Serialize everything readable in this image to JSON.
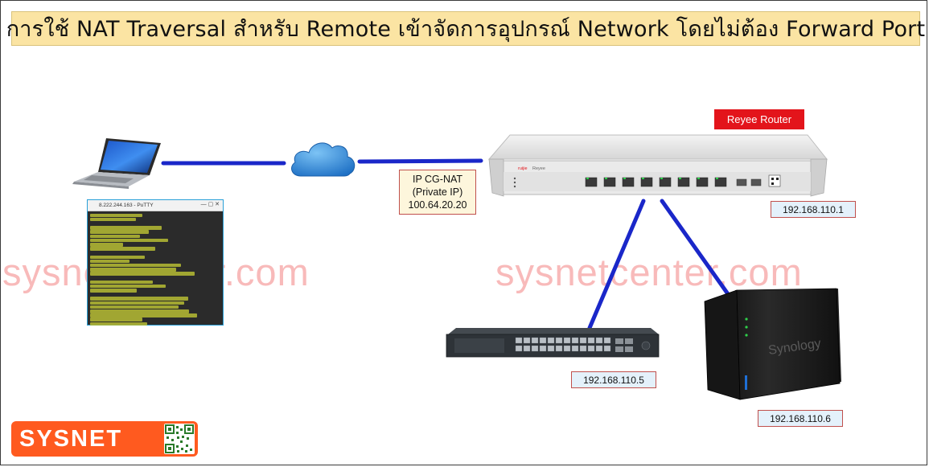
{
  "title": "การใช้ NAT Traversal สำหรับ Remote เข้าจัดการอุปกรณ์ Network โดยไม่ต้อง Forward Port",
  "watermark": "sysnetcenter.com",
  "router": {
    "label": "Reyee Router",
    "ip": "192.168.110.1"
  },
  "cgnat": {
    "line1": "IP CG-NAT",
    "line2": "(Private IP)",
    "line3": "100.64.20.20"
  },
  "switch": {
    "ip": "192.168.110.5"
  },
  "nas": {
    "ip": "192.168.110.6",
    "brand": "Synology"
  },
  "putty": {
    "window_title": "8.222.244.163 - PuTTY"
  },
  "logo": {
    "text": "SYSNET"
  },
  "colors": {
    "link": "#1a27c9",
    "title_bg": "#fbe4a3",
    "label_red": "#e3141b",
    "ip_box_bg": "#e4f1fb",
    "ip_box_border": "#c0504d",
    "logo_bg": "#ff5a1f",
    "watermark": "#f6a3a3"
  },
  "icons": [
    "laptop-icon",
    "cloud-icon",
    "router-device",
    "switch-device",
    "nas-device",
    "putty-terminal",
    "qr-code-icon"
  ]
}
